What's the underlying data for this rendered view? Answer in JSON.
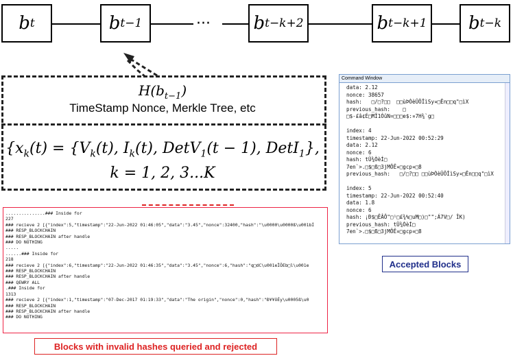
{
  "chain": {
    "blocks": [
      {
        "base": "b",
        "sub": "t"
      },
      {
        "base": "b",
        "sub": "t−1"
      },
      {
        "base": "b",
        "sub": "t−k+2"
      },
      {
        "base": "b",
        "sub": "t−k+1"
      },
      {
        "base": "b",
        "sub": "t−k"
      }
    ],
    "ellipsis": "···"
  },
  "header": {
    "hash_prefix": "H(b",
    "hash_sub": "t−1",
    "hash_suffix": ")",
    "fields": "TimeStamp Nonce, Merkle Tree, etc"
  },
  "formula": {
    "line1_a": "{x",
    "line1_a_sub": "k",
    "line1_b": "(t) = {V",
    "line1_b_sub": "k",
    "line1_c": "(t), I",
    "line1_c_sub": "k",
    "line1_d": "(t), DetV",
    "line1_d_sub": "1",
    "line1_e": "(t − 1),  DetI",
    "line1_e_sub": "1",
    "line1_f": "},",
    "line2": "k = 1, 2, 3...K"
  },
  "console_log": {
    "lines": [
      "...............### Inside for",
      "227",
      "### recieve 2 [{\"index\":5,\"timestamp\":\"22-Jun-2022 01:46:05\",\"data\":\"3.45\",\"nonce\":32400,\"hash\":\"\\u0000\\u0000ß\\u001bÍ",
      "### RESP_BLOCKCHAIN",
      "### RESP_BLOCKCHAIN after handle",
      "### DO NOTHING",
      ".....",
      "......### Inside for",
      "218",
      "### recieve 2 [{\"index\":6,\"timestamp\":\"22-Jun-2022 01:46:35\",\"data\":\"3.45\",\"nonce\":6,\"hash\":\"q□dC\\u001eÏÖEb□l\\u001e",
      "### RESP_BLOCKCHAIN",
      "### RESP_BLOCKCHAIN after handle",
      "### QEWRY ALL",
      ".### Inside for",
      "1313",
      "### recieve 2 [{\"index\":1,\"timestamp\":\"07-Dec-2017 01:19:33\",\"data\":\"The origin\",\"nonce\":0,\"hash\":\"Ð¥¥ôÉy\\u0005ß\\u0",
      "### RESP_BLOCKCHAIN",
      "### RESP_BLOCKCHAIN after handle",
      "### DO NOTHING"
    ],
    "caption": "Blocks with invalid hashes queried and rejected"
  },
  "command_window": {
    "title": "Command Window",
    "lines": [
      "data: 2.12",
      "nonce: 38657",
      "hash:   □/□?□□  □□ùÞÒèÛÖÎìSy¤□Ên□□q\"□ìX",
      "previous_hash:    □",
      "□$-£â¢É□MÎ1ÓûN=□□□e$:¤7H¾`g□",
      "",
      "index: 4",
      "timestamp: 22-Jun-2022 00:52:29",
      "data: 2.12",
      "nonce: 6",
      "hash: tÜ¾ÒèÍ□",
      "7en`>.□$□ß□3jMÔÊ¤□gcp¤□8",
      "previous_hash:   □/□?□□ □□ùÞÒèÛÖÎìSy¤□Ên□□q\"□ìX",
      "",
      "index: 5",
      "timestamp: 22-Jun-2022 00:52:40",
      "data: 1.8",
      "nonce: 6",
      "hash: ¡Ð$□ÊÂÔ\"□¹□£¾%□uM□)□\"\";Á7V□/ ÎK)",
      "previous_hash: tÜ¾ÒèÍ□",
      "7en`>.□$□ß□3jMÔÊ¤□gcp¤□8"
    ],
    "caption": "Accepted Blocks"
  }
}
